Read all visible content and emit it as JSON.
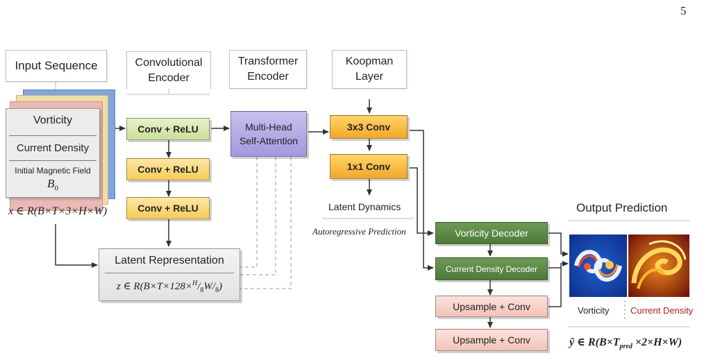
{
  "page_number": "5",
  "headers": {
    "input_sequence": "Input Sequence",
    "conv_encoder": [
      "Convolutional",
      "Encoder"
    ],
    "transformer_encoder": [
      "Transformer",
      "Encoder"
    ],
    "koopman_layer": [
      "Koopman",
      "Layer"
    ],
    "output_prediction": "Output Prediction"
  },
  "input_stack": {
    "vorticity": "Vorticity",
    "current_density": "Current Density",
    "magnetic_field": "Initial Magnetic Field",
    "b0_symbol": "B",
    "b0_sub": "0"
  },
  "input_shape": "x ∈ R(B×T×3×H×W)",
  "conv_blocks": [
    "Conv + ReLU",
    "Conv + ReLU",
    "Conv + ReLU"
  ],
  "attention": [
    "Multi-Head",
    "Self-Attention"
  ],
  "koopman_blocks": [
    "3x3 Conv",
    "1x1 Conv"
  ],
  "latent_dynamics": "Latent Dynamics",
  "autoregressive": "Autoregressive Prediction",
  "latent_rep": {
    "title": "Latent Representation",
    "shape_prefix": "z ∈ R(B×T×128×",
    "h_num": "H",
    "h_den": "8",
    "w_num": "W",
    "w_den": "8",
    "shape_suffix": ")"
  },
  "decoders": [
    "Vorticity Decoder",
    "Current Density Decoder"
  ],
  "upsample": [
    "Upsample + Conv",
    "Upsample + Conv"
  ],
  "output_labels": [
    "Vorticity",
    "Current Density"
  ],
  "output_shape": {
    "prefix": "ŷ ∈ R(B×T",
    "sub": "pred",
    "suffix": " ×2×H×W)"
  },
  "colors": {
    "current_density_label": "#a3261b",
    "decoder_green": "#557f41",
    "koopman_orange": "#f5ae2f",
    "attention_purple": "#aa9de0"
  }
}
